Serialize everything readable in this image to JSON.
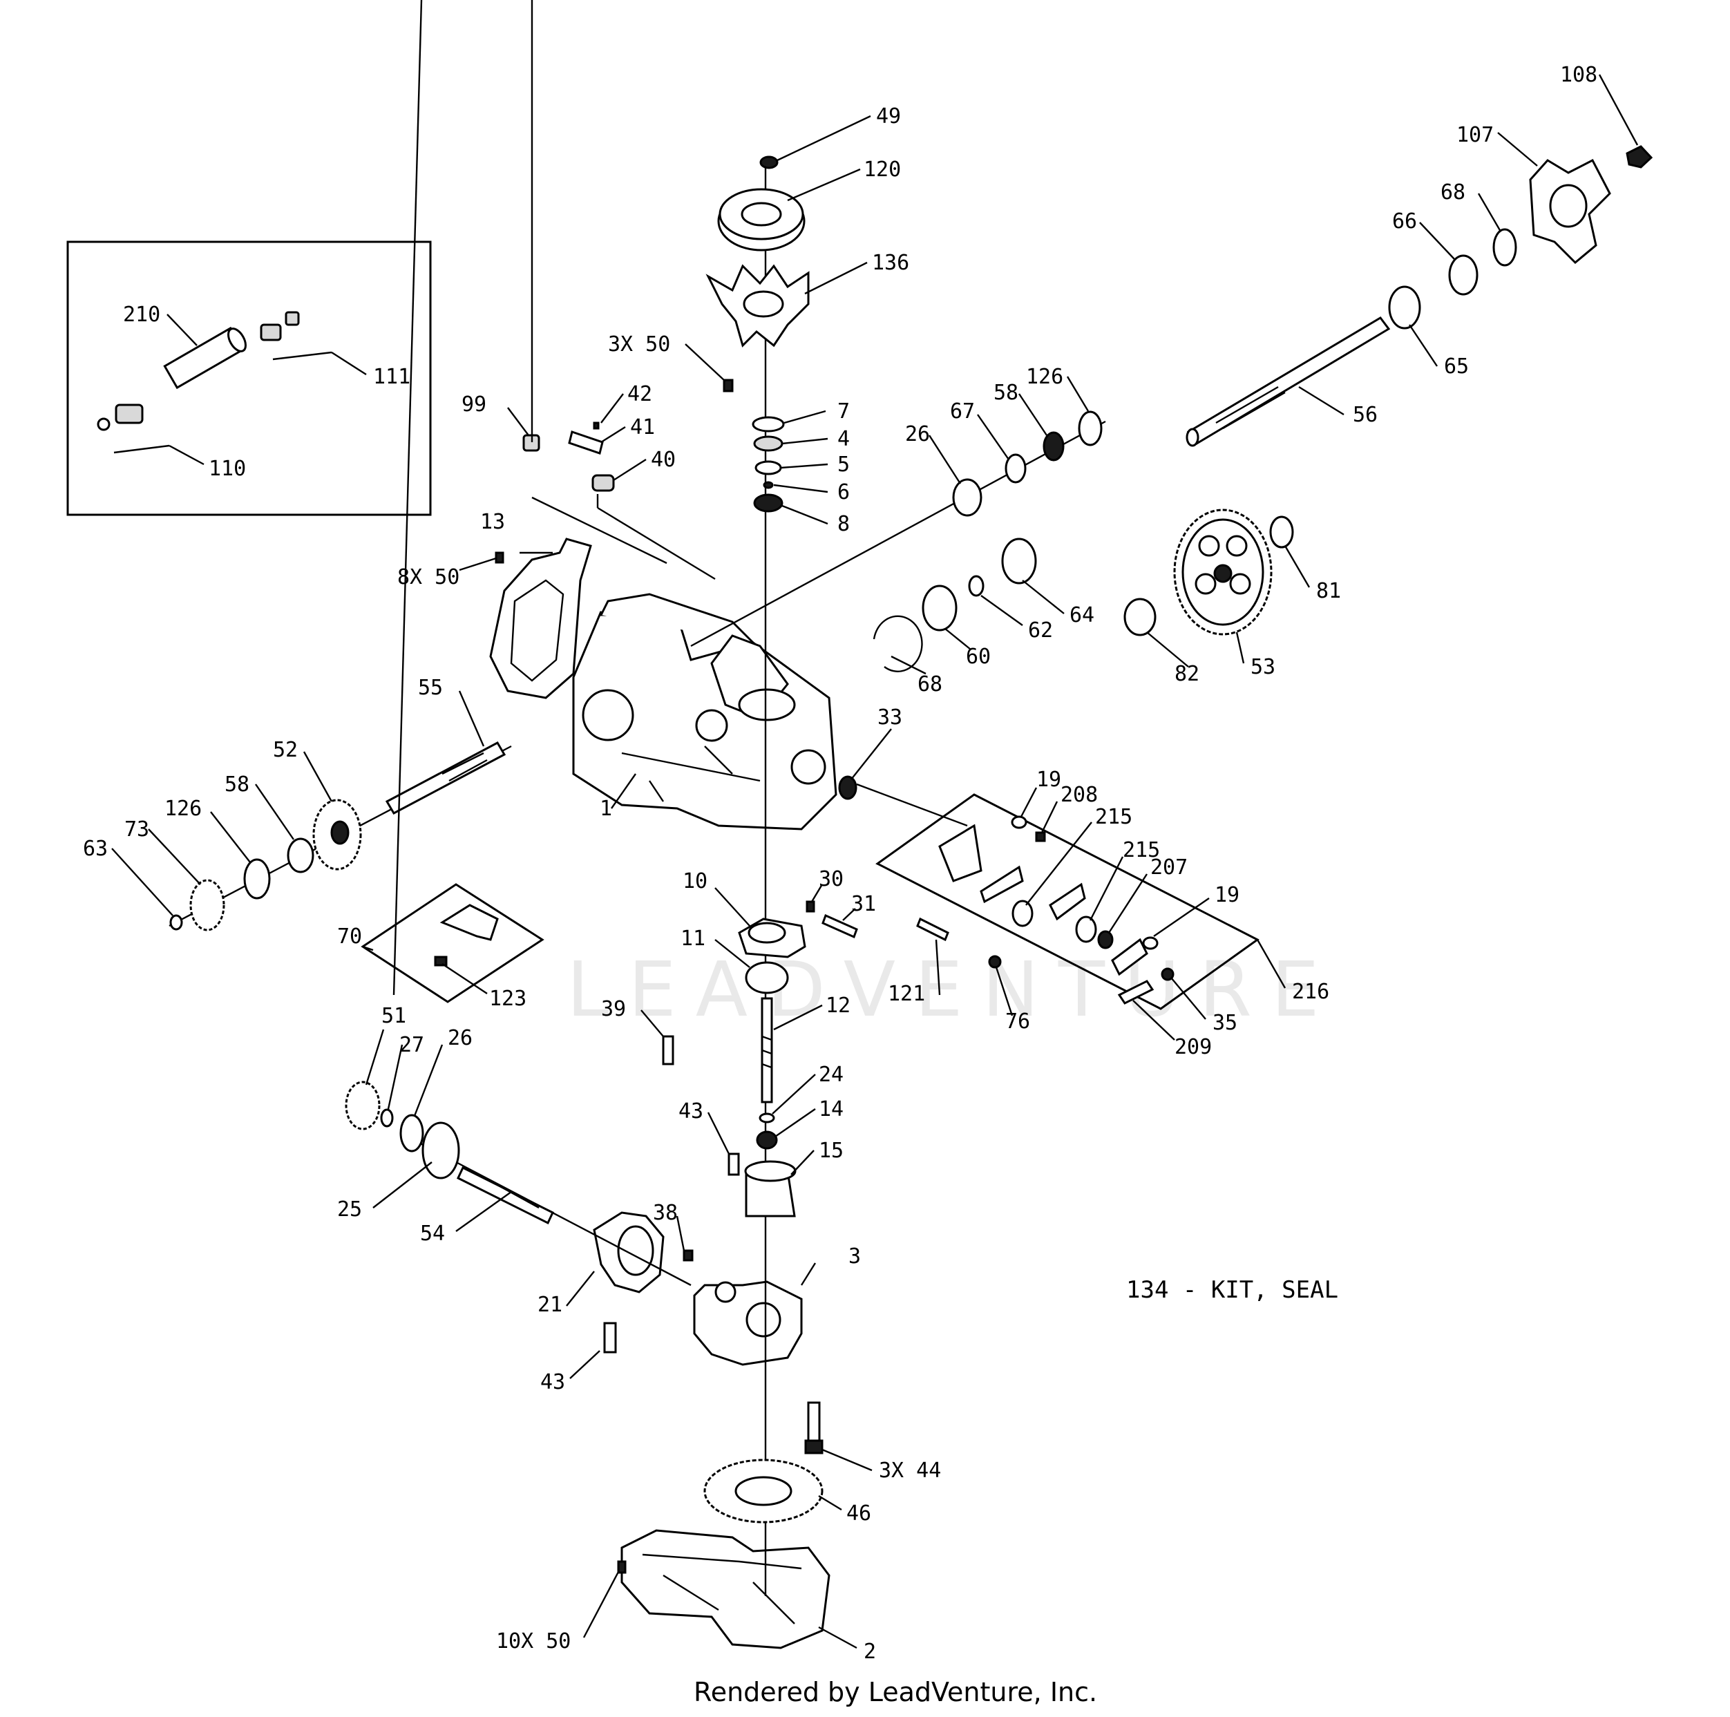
{
  "watermark": "LEADVENTURE",
  "note": "134 - KIT, SEAL",
  "footer": "Rendered by LeadVenture, Inc.",
  "callouts": {
    "c1": "1",
    "c2": "2",
    "c3": "3",
    "c4": "4",
    "c5": "5",
    "c6": "6",
    "c7": "7",
    "c8": "8",
    "c10": "10",
    "c11": "11",
    "c12": "12",
    "c13": "13",
    "c14": "14",
    "c15": "15",
    "c19a": "19",
    "c19b": "19",
    "c21": "21",
    "c24": "24",
    "c25": "25",
    "c26a": "26",
    "c26b": "26",
    "c27": "27",
    "c30": "30",
    "c31": "31",
    "c33": "33",
    "c35": "35",
    "c38": "38",
    "c39": "39",
    "c40": "40",
    "c41": "41",
    "c42": "42",
    "c43a": "43",
    "c43b": "43",
    "c44": "3X 44",
    "c46": "46",
    "c49": "49",
    "c50a": "3X 50",
    "c50b": "8X 50",
    "c50c": "10X 50",
    "c51": "51",
    "c52": "52",
    "c53": "53",
    "c54": "54",
    "c55": "55",
    "c56": "56",
    "c58a": "58",
    "c58b": "58",
    "c60": "60",
    "c62": "62",
    "c63": "63",
    "c64": "64",
    "c65": "65",
    "c66": "66",
    "c67": "67",
    "c68a": "68",
    "c68b": "68",
    "c70": "70",
    "c73": "73",
    "c76": "76",
    "c81": "81",
    "c82": "82",
    "c99": "99",
    "c107": "107",
    "c108": "108",
    "c110": "110",
    "c111": "111",
    "c120": "120",
    "c121": "121",
    "c123": "123",
    "c126a": "126",
    "c126b": "126",
    "c136": "136",
    "c207": "207",
    "c208": "208",
    "c209": "209",
    "c210": "210",
    "c215a": "215",
    "c215b": "215",
    "c216": "216"
  }
}
